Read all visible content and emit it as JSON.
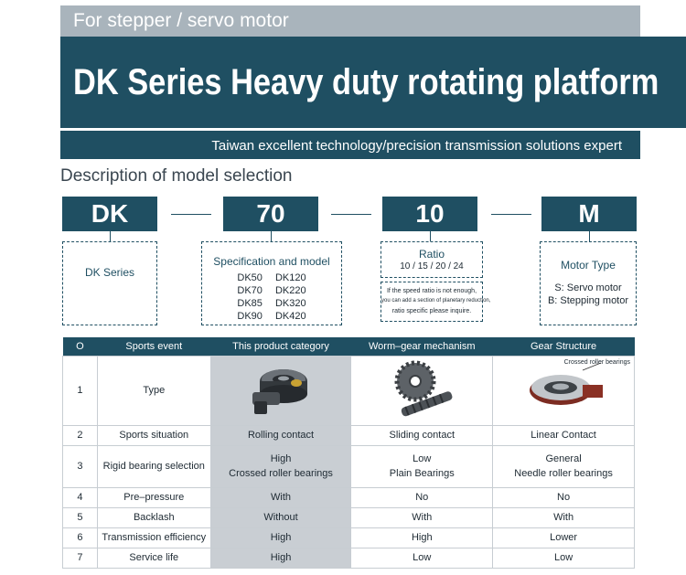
{
  "header": {
    "top_label": "For stepper / servo motor",
    "title": "DK Series Heavy duty rotating platform",
    "subtitle": "Taiwan excellent technology/precision transmission solutions expert"
  },
  "selection": {
    "title": "Description of model selection",
    "codes": [
      "DK",
      "70",
      "10",
      "M"
    ],
    "series_label": "DK Series",
    "spec": {
      "title": "Specification and model",
      "models_left": [
        "DK50",
        "DK70",
        "DK85",
        "DK90"
      ],
      "models_right": [
        "DK120",
        "DK220",
        "DK320",
        "DK420"
      ]
    },
    "ratio": {
      "title": "Ratio",
      "values": "10 / 15 / 20 / 24",
      "note": [
        "If the speed ratio is not enough,",
        "you can add a section of planetary reduction,",
        "ratio specific please inquire."
      ]
    },
    "motor": {
      "title": "Motor Type",
      "servo": "S: Servo motor",
      "stepping": "B: Stepping motor"
    }
  },
  "table": {
    "headers": [
      "O",
      "Sports event",
      "This product category",
      "Worm–gear mechanism",
      "Gear Structure"
    ],
    "image_note": "Crossed roller bearings",
    "rows": [
      {
        "num": "1",
        "event": "Type",
        "product": "",
        "product2": "",
        "worm": "",
        "worm2": "",
        "gear": "",
        "gear2": ""
      },
      {
        "num": "2",
        "event": "Sports situation",
        "product": "Rolling contact",
        "product2": "",
        "worm": "Sliding contact",
        "worm2": "",
        "gear": "Linear Contact",
        "gear2": ""
      },
      {
        "num": "3",
        "event": "Rigid bearing selection",
        "product": "High",
        "product2": "Crossed roller bearings",
        "worm": "Low",
        "worm2": "Plain Bearings",
        "gear": "General",
        "gear2": "Needle roller bearings"
      },
      {
        "num": "4",
        "event": "Pre–pressure",
        "product": "With",
        "product2": "",
        "worm": "No",
        "worm2": "",
        "gear": "No",
        "gear2": ""
      },
      {
        "num": "5",
        "event": "Backlash",
        "product": "Without",
        "product2": "",
        "worm": "With",
        "worm2": "",
        "gear": "With",
        "gear2": ""
      },
      {
        "num": "6",
        "event": "Transmission efficiency",
        "product": "High",
        "product2": "",
        "worm": "High",
        "worm2": "",
        "gear": "Lower",
        "gear2": ""
      },
      {
        "num": "7",
        "event": "Service life",
        "product": "High",
        "product2": "",
        "worm": "Low",
        "worm2": "",
        "gear": "Low",
        "gear2": ""
      }
    ]
  },
  "colors": {
    "brand": "#1f4f62",
    "band": "#a9b4bc",
    "highlight": "#c9ced3"
  }
}
